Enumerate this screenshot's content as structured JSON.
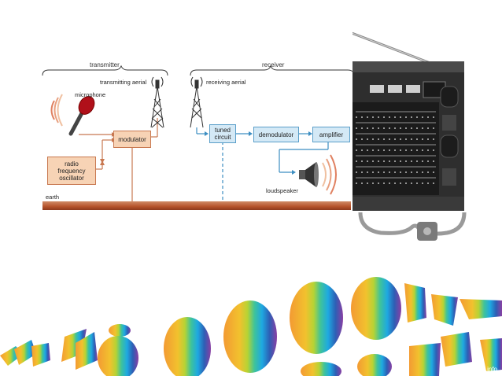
{
  "diagram": {
    "section_labels": {
      "transmitter": "transmitter",
      "receiver": "receiver"
    },
    "aerials": {
      "transmitting": "transmitting aerial",
      "receiving": "receiving aerial"
    },
    "components": {
      "microphone": "microphone",
      "modulator": "modulator",
      "oscillator_line1": "radio",
      "oscillator_line2": "frequency",
      "oscillator_line3": "oscillator",
      "tuned_line1": "tuned",
      "tuned_line2": "circuit",
      "demodulator": "demodulator",
      "amplifier": "amplifier",
      "loudspeaker": "loudspeaker",
      "earth": "earth"
    },
    "colors": {
      "transmitter": "#c87850",
      "receiver": "#3c8ec2",
      "earth": "#b5532b"
    }
  },
  "watermark": "www.fppt.info"
}
